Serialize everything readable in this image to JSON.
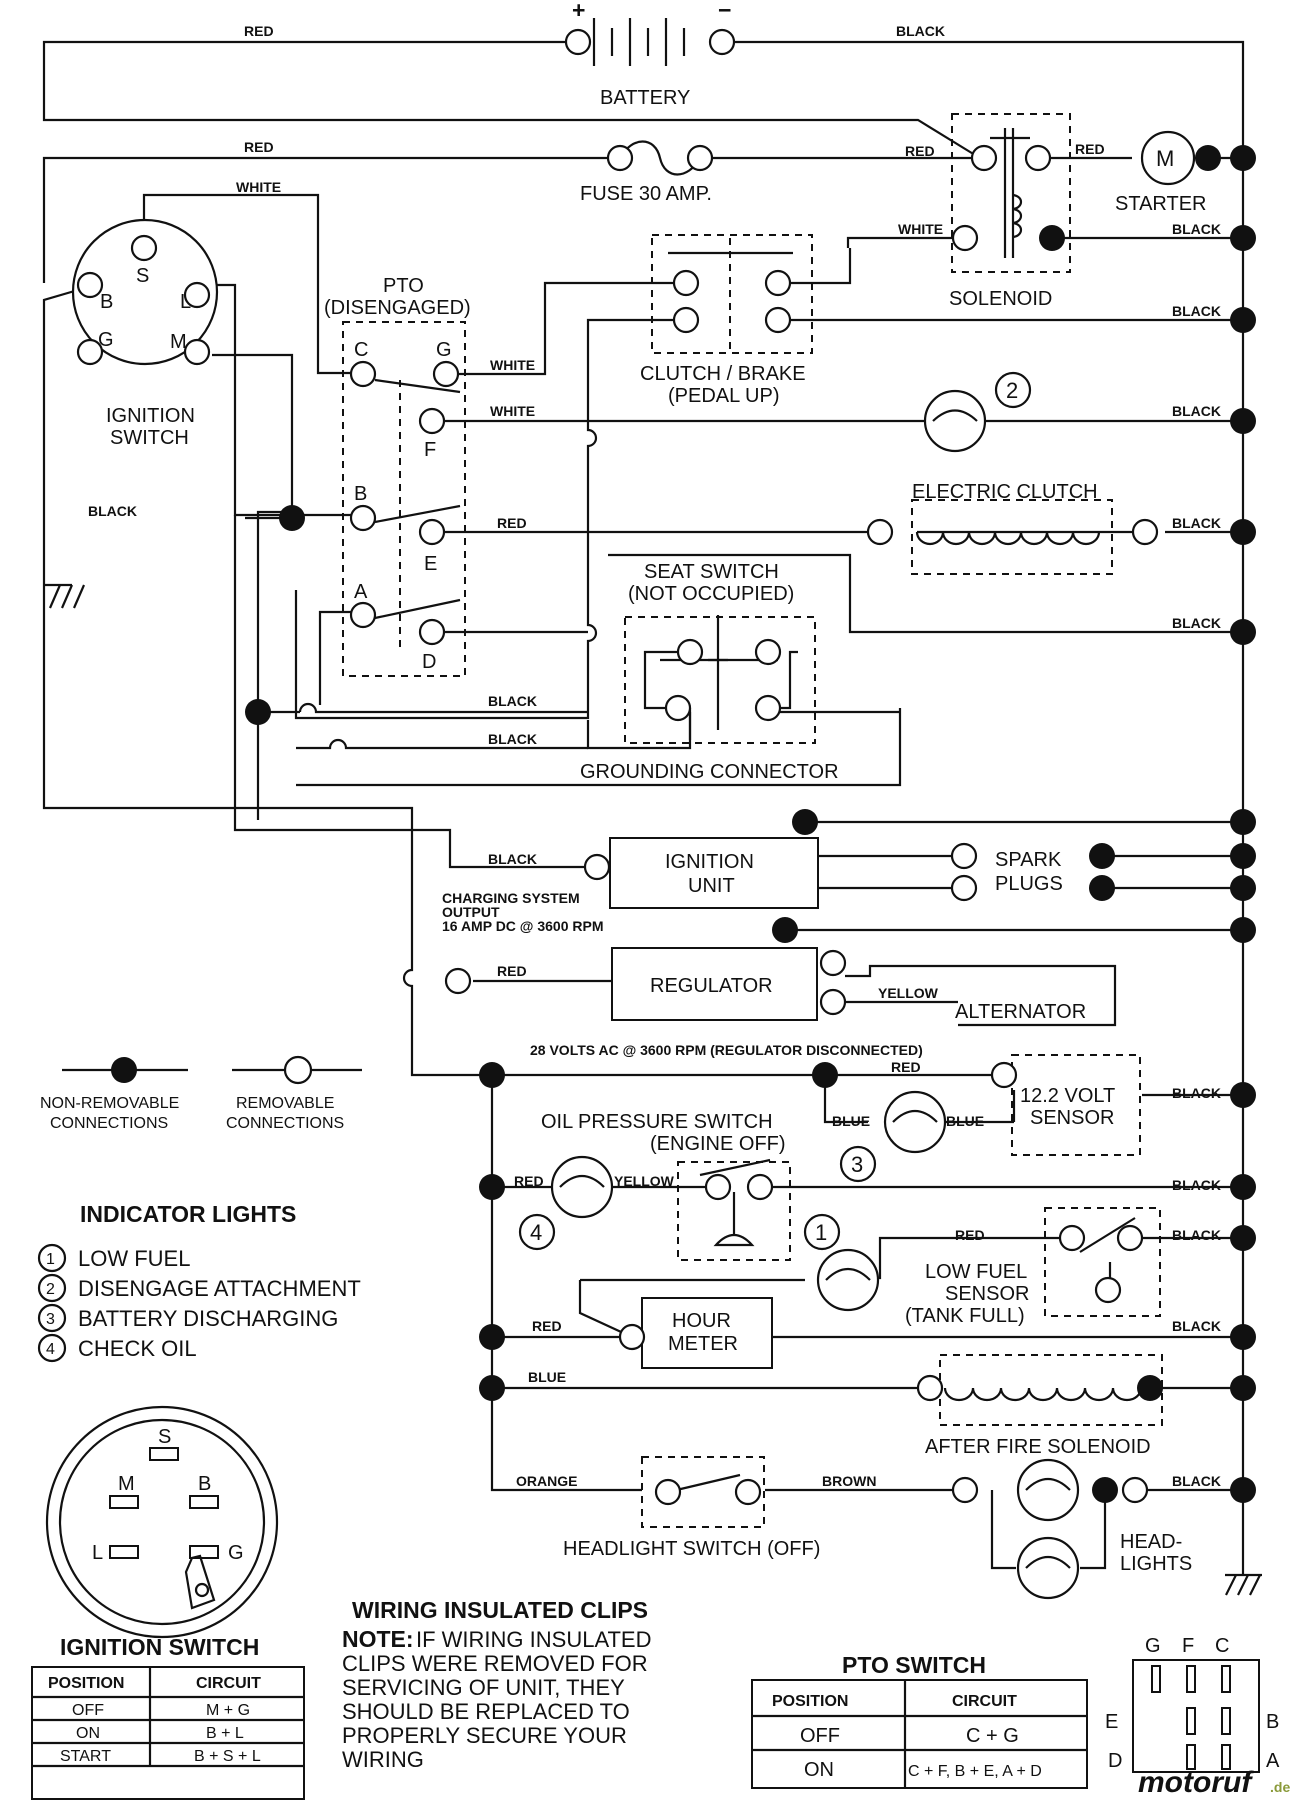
{
  "wire_colors": {
    "red": "RED",
    "black": "BLACK",
    "white": "WHITE",
    "yellow": "YELLOW",
    "blue": "BLUE",
    "orange": "ORANGE",
    "brown": "BROWN"
  },
  "components": {
    "battery": "BATTERY",
    "battery_pos": "+",
    "battery_neg": "−",
    "fuse": "FUSE 30 AMP.",
    "starter": "STARTER",
    "starter_symbol": "M",
    "solenoid": "SOLENOID",
    "ignition_switch": [
      "IGNITION",
      "SWITCH"
    ],
    "ign_terminals": {
      "s": "S",
      "b": "B",
      "l": "L",
      "g": "G",
      "m": "M"
    },
    "pto": [
      "PTO",
      "(DISENGAGED)"
    ],
    "pto_terminals": {
      "c": "C",
      "g": "G",
      "f": "F",
      "b": "B",
      "e": "E",
      "a": "A",
      "d": "D"
    },
    "clutch_brake": [
      "CLUTCH / BRAKE",
      "(PEDAL UP)"
    ],
    "electric_clutch": "ELECTRIC CLUTCH",
    "seat_switch": [
      "SEAT SWITCH",
      "(NOT OCCUPIED)"
    ],
    "grounding_connector": "GROUNDING CONNECTOR",
    "ignition_unit": [
      "IGNITION",
      "UNIT"
    ],
    "spark_plugs": [
      "SPARK",
      "PLUGS"
    ],
    "charging_output": [
      "CHARGING SYSTEM",
      "OUTPUT",
      "16 AMP DC @ 3600 RPM"
    ],
    "regulator": "REGULATOR",
    "alternator": "ALTERNATOR",
    "volts_ac": "28 VOLTS AC @ 3600 RPM (REGULATOR DISCONNECTED)",
    "volt_sensor": [
      "12.2 VOLT",
      "SENSOR"
    ],
    "oil_pressure": [
      "OIL PRESSURE SWITCH",
      "(ENGINE OFF)"
    ],
    "low_fuel": [
      "LOW FUEL",
      "SENSOR",
      "(TANK FULL)"
    ],
    "hour_meter": [
      "HOUR",
      "METER"
    ],
    "after_fire": "AFTER FIRE SOLENOID",
    "headlight_switch": "HEADLIGHT SWITCH (OFF)",
    "headlights": [
      "HEAD-",
      "LIGHTS"
    ],
    "lamp_numbers": [
      "1",
      "2",
      "3",
      "4"
    ]
  },
  "legend": {
    "non_removable": [
      "NON-REMOVABLE",
      "CONNECTIONS"
    ],
    "removable": [
      "REMOVABLE",
      "CONNECTIONS"
    ]
  },
  "indicator_lights": {
    "title": "INDICATOR LIGHTS",
    "items": [
      {
        "num": "1",
        "label": "LOW FUEL"
      },
      {
        "num": "2",
        "label": "DISENGAGE ATTACHMENT"
      },
      {
        "num": "3",
        "label": "BATTERY DISCHARGING"
      },
      {
        "num": "4",
        "label": "CHECK OIL"
      }
    ]
  },
  "ignition_switch_face": {
    "s": "S",
    "m": "M",
    "b": "B",
    "l": "L",
    "g": "G"
  },
  "ignition_table": {
    "title": "IGNITION SWITCH",
    "headers": [
      "POSITION",
      "CIRCUIT"
    ],
    "rows": [
      [
        "OFF",
        "M + G"
      ],
      [
        "ON",
        "B + L"
      ],
      [
        "START",
        "B + S + L"
      ]
    ]
  },
  "note": {
    "title": "WIRING INSULATED CLIPS",
    "lead": "NOTE:",
    "lines": [
      "IF WIRING INSULATED",
      "CLIPS WERE REMOVED FOR",
      "SERVICING OF UNIT, THEY",
      "SHOULD BE REPLACED TO",
      "PROPERLY SECURE YOUR",
      "WIRING"
    ]
  },
  "pto_table": {
    "title": "PTO SWITCH",
    "headers": [
      "POSITION",
      "CIRCUIT"
    ],
    "rows": [
      [
        "OFF",
        "C + G"
      ],
      [
        "ON",
        "C + F, B + E, A + D"
      ]
    ]
  },
  "pto_switch_face": {
    "g": "G",
    "f": "F",
    "c": "C",
    "e": "E",
    "b": "B",
    "d": "D",
    "a": "A"
  },
  "watermark": {
    "brand": "motoruf",
    "tld": ".de"
  }
}
